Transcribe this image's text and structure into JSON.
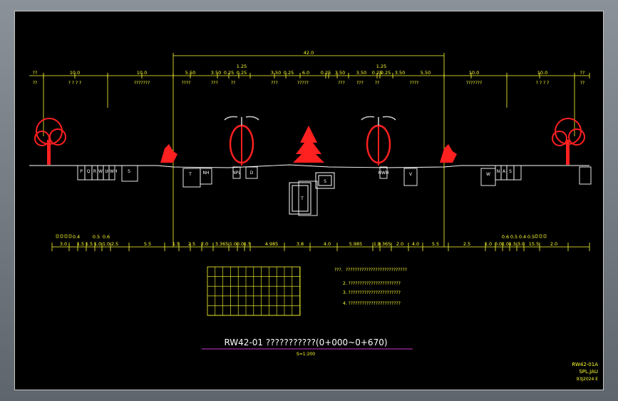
{
  "drawing": {
    "title": "RW42-01 ???????????(0+000~0+670)",
    "scale": "S=1:200",
    "total_width": "42.0",
    "top_dims": [
      "??",
      "10.0",
      "10.0",
      "5.50",
      "3.50",
      "0.25",
      "0.25",
      "3.50",
      "0.25",
      "6.0",
      "0.25",
      "3.50",
      "3.50",
      "0.25",
      "0.25",
      "3.50",
      "5.50",
      "10.0",
      "10.0",
      "??"
    ],
    "top_small_dims": [
      "1.25",
      "1.25"
    ],
    "zone_labels": [
      "??",
      "? ? ? ?",
      "???????",
      "????",
      "???",
      "??",
      "???",
      "?????",
      "???",
      "???",
      "??",
      "????",
      "???????",
      "? ? ? ?",
      "??"
    ],
    "bottom_dims": [
      "3.0",
      "1.5",
      "1.5",
      "1.0",
      "1.0",
      "2.5",
      "5.5",
      "1.5",
      "2.5",
      "2.0",
      "3.365",
      "1.0",
      "0.0",
      "1.5",
      "4.985",
      "3.8",
      "4.0",
      "5.985",
      "1.0",
      "3.365",
      "2.0",
      "4.0",
      "5.5",
      "2.5",
      "1.0",
      "0.0",
      "1.0",
      "1.5",
      "3.0",
      "15.5",
      "2.0"
    ],
    "bottom_small_dims": [
      "0.4",
      "0.5",
      "0.6",
      "0.6",
      "0.5",
      "0.4",
      "0.5"
    ],
    "utility_labels": [
      "P",
      "Q",
      "R",
      "W",
      "L",
      "HWH",
      "S",
      "T",
      "NH",
      "NPL",
      "D",
      "T",
      "S",
      "HWH",
      "V",
      "W",
      "N",
      "A",
      "S"
    ],
    "notes_heading": "???.",
    "notes": [
      "???????????????????????????",
      "2. ???????????????????????",
      "3. ???????????????????????",
      "4. ???????????????????????"
    ],
    "code_block": [
      "RW42-01A",
      "SPL.JAU",
      "93J2024 E"
    ]
  },
  "colors": {
    "background": "#000000",
    "dims": "#ffff33",
    "ground": "#ffffff",
    "trees": "#ff2020",
    "lamp": "#c8c8c8",
    "title_rule": "#cc33cc"
  }
}
